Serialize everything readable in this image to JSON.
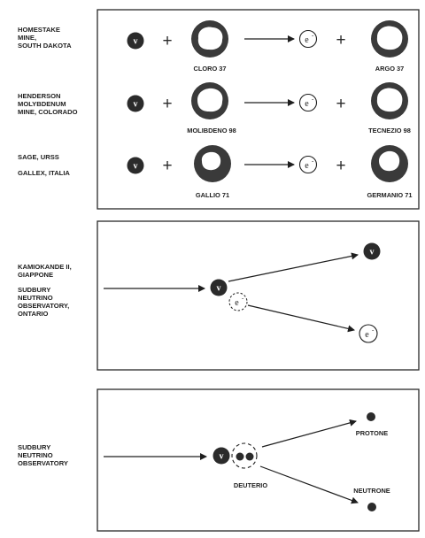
{
  "panel1": {
    "rows": [
      {
        "label": [
          "HOMESTAKE",
          "MINE,",
          "SOUTH DAKOTA"
        ],
        "neutrino": "v",
        "target": "CLORO 37",
        "electron": "e",
        "electron_sup": "-",
        "product": "ARGO 37"
      },
      {
        "label": [
          "HENDERSON",
          "MOLYBDENUM",
          "MINE, COLORADO"
        ],
        "neutrino": "v",
        "target": "MOLIBDENO 98",
        "electron": "e",
        "electron_sup": "-",
        "product": "TECNEZIO 98"
      },
      {
        "label": [
          "SAGE, URSS",
          "",
          "GALLEX, ITALIA"
        ],
        "neutrino": "v",
        "target": "GALLIO 71",
        "electron": "e",
        "electron_sup": "-",
        "product": "GERMANIO 71"
      }
    ],
    "plus": "+"
  },
  "panel2": {
    "labels": [
      "KAMIOKANDE II,",
      "GIAPPONE",
      "",
      "SUDBURY",
      "NEUTRINO",
      "OBSERVATORY,",
      "ONTARIO"
    ],
    "neutrino": "v",
    "electron": "e",
    "electron_sup": "-"
  },
  "panel3": {
    "labels": [
      "SUDBURY",
      "NEUTRINO",
      "OBSERVATORY"
    ],
    "neutrino": "v",
    "deuterium_label": "DEUTERIO",
    "proton_label": "PROTONE",
    "neutron_label": "NEUTRONE"
  },
  "colors": {
    "ink": "#1e1e1e",
    "panel_border": "#2a2a2a",
    "nucleus_ring": "#3a3a3a",
    "nucleus_core": "#ffffff"
  }
}
